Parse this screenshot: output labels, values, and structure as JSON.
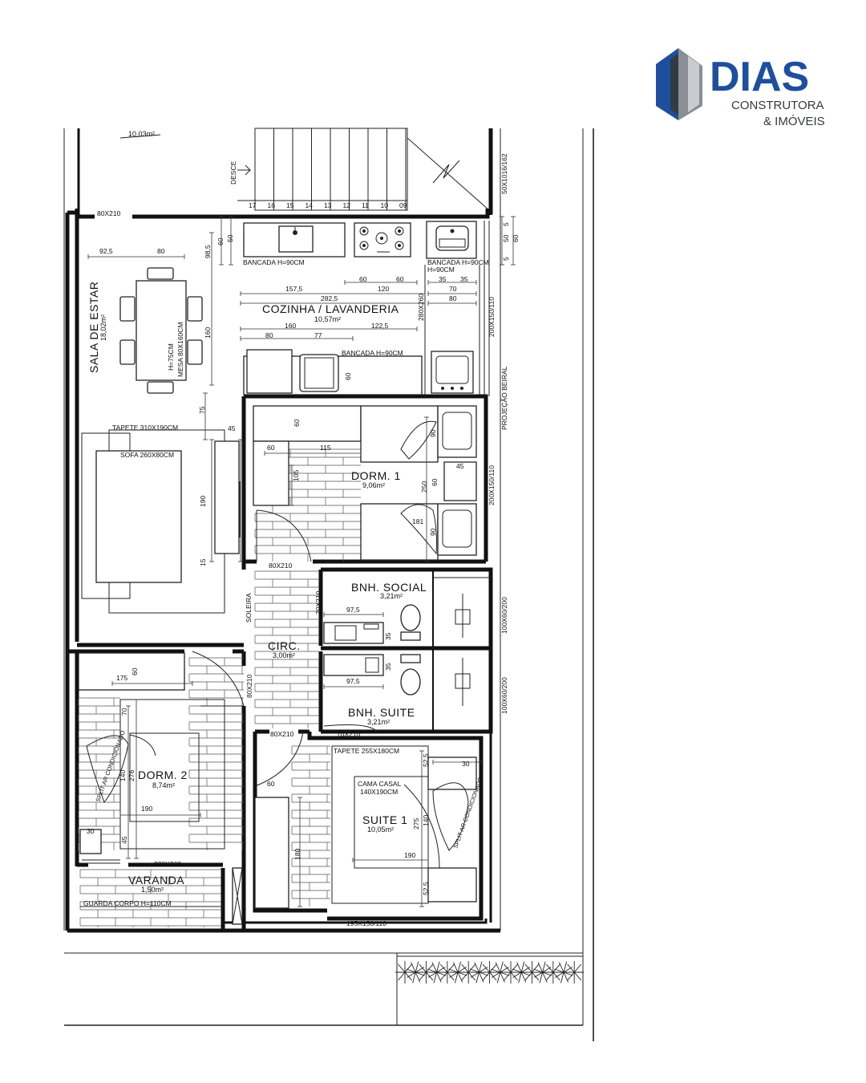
{
  "logo": {
    "name": "DIAS",
    "line1": "CONSTRUTORA",
    "line2": "& IMÓVEIS",
    "colors": {
      "blue": "#1d4f9e",
      "grey": "#8a8f96",
      "dark": "#333a42"
    }
  },
  "rooms": {
    "sala": {
      "name": "SALA DE ESTAR",
      "area": "18,02m²"
    },
    "cozinha": {
      "name": "COZINHA / LAVANDERIA",
      "area": "10,57m²"
    },
    "dorm1": {
      "name": "DORM. 1",
      "area": "9,06m²"
    },
    "bnh_social": {
      "name": "BNH. SOCIAL",
      "area": "3,21m²"
    },
    "circ": {
      "name": "CIRC.",
      "area": "3,00m²"
    },
    "bnh_suite": {
      "name": "BNH. SUITE",
      "area": "3,21m²"
    },
    "dorm2": {
      "name": "DORM. 2",
      "area": "8,74m²"
    },
    "suite1": {
      "name": "SUITE 1",
      "area": "10,05m²"
    },
    "varanda": {
      "name": "VARANDA",
      "area": "1,50m²"
    },
    "top_area": "10,03m²"
  },
  "labels": {
    "desce": "DESCE",
    "stairs": [
      "17",
      "16",
      "15",
      "14",
      "13",
      "12",
      "11",
      "10",
      "09"
    ],
    "bancada1": "BANCADA H=90CM",
    "bancada2": "BANCADA H=90CM",
    "bancada3": "BANCADA H=90CM",
    "tapete_sala": "TAPETE 310X190CM",
    "sofa": "SOFA 260X80CM",
    "mesa": "MESA 80X160CM",
    "mesa_h": "H=75CM",
    "tapete_suite": "TAPETE 255X180CM",
    "cama": "CAMA CASAL",
    "cama_dim": "140X190CM",
    "split1": "SPLIT AR CONDICIONADO",
    "split2": "SPLIT AR CONDICIONADO",
    "guarda": "GUARDA CORPO H=110CM",
    "soleira": "SOLEIRA",
    "projecao": "PROJEÇÃO BEIRAL",
    "win_top": "50X1016/162",
    "win_coz": "200X150/110",
    "win_d1": "200X150/110",
    "win_bs": "100X60/200",
    "win_bsu": "100X60/200",
    "win_bottom": "195X150/110",
    "door_top": "80X210",
    "door_d1": "80X210",
    "door_circ": "80X210",
    "door_d2": "80X210",
    "door_bs": "70X210",
    "door_bsu": "70X210",
    "door_varanda": "230X260"
  },
  "dims": {
    "d92_5": "92,5",
    "d80a": "80",
    "d98_5": "98,5",
    "d60a": "60",
    "d50a": "50",
    "d157_5": "157,5",
    "d282_5": "282,5",
    "d60b": "60",
    "d120": "120",
    "d60c": "60",
    "d35a": "35",
    "d35b": "35",
    "d70a": "70",
    "d80b": "80",
    "d280": "280X260",
    "d160a": "160",
    "d80c": "80",
    "d77": "77",
    "d160b": "160",
    "d122_5": "122,5",
    "d60d": "60",
    "d75": "75",
    "d45a": "45",
    "d190a": "190",
    "d15": "15",
    "d60e": "60",
    "d60f": "60",
    "d115": "115",
    "d105": "105",
    "d90a": "90",
    "d45b": "45",
    "d250": "250",
    "d60g": "60",
    "d181": "181",
    "d90b": "90",
    "d97_5a": "97,5",
    "d35c": "35",
    "d35d": "35",
    "d97_5b": "97,5",
    "d175": "175",
    "d60h": "60",
    "d70b": "70",
    "d140a": "140",
    "d276": "276",
    "d190b": "190",
    "d30a": "30",
    "d45c": "45",
    "d60i": "60",
    "d52_5a": "52,5",
    "d30b": "30",
    "d275": "275",
    "d140b": "140",
    "d190c": "190",
    "d180": "180",
    "d52_5b": "52,5",
    "d5a": "5",
    "d50b": "50",
    "d60j": "60",
    "d5b": "5"
  }
}
